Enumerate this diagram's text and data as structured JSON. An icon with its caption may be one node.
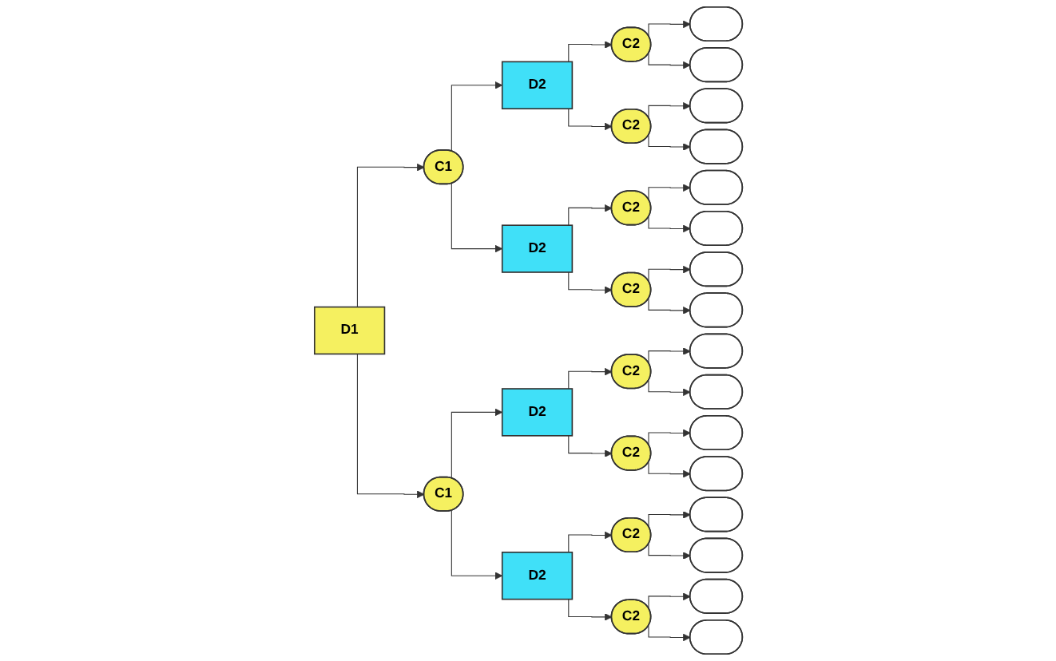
{
  "diagram": {
    "nodes": [
      {
        "text": [
          "D1"
        ]
      },
      {
        "text": [
          "C1"
        ]
      },
      {
        "text": [
          "C1"
        ]
      },
      {
        "text": [
          "D2"
        ]
      },
      {
        "text": [
          "D2"
        ]
      },
      {
        "text": [
          "D2"
        ]
      },
      {
        "text": [
          "D2"
        ]
      },
      {
        "text": [
          "C2"
        ]
      },
      {
        "text": [
          "C2"
        ]
      },
      {
        "text": [
          "C2"
        ]
      },
      {
        "text": [
          "C2"
        ]
      },
      {
        "text": [
          "C2"
        ]
      },
      {
        "text": [
          "C2"
        ]
      },
      {
        "text": [
          "C2"
        ]
      },
      {
        "text": [
          "C2"
        ]
      },
      {
        "text": [],
        "shape": "box"
      },
      {
        "text": [],
        "shape": "box"
      },
      {
        "text": [],
        "shape": "box"
      },
      {
        "text": [],
        "shape": "box"
      },
      {
        "text": [],
        "shape": "box"
      },
      {
        "text": [],
        "shape": "box"
      },
      {
        "text": [],
        "shape": "box"
      },
      {
        "text": [],
        "shape": "box"
      },
      {
        "text": [],
        "shape": "box"
      },
      {
        "text": [],
        "shape": "box"
      },
      {
        "text": [],
        "shape": "box"
      },
      {
        "text": [],
        "shape": "box"
      },
      {
        "text": [],
        "shape": "box"
      },
      {
        "text": [],
        "shape": "box"
      },
      {
        "text": [],
        "shape": "box"
      },
      {
        "text": [],
        "shape": "box"
      }
    ],
    "edges": [
      {
        "from": 0,
        "to": 1,
        "arrow": "to"
      },
      {
        "from": 0,
        "to": 2,
        "arrow": "to"
      },
      {
        "from": 1,
        "to": 3,
        "arrow": "to"
      },
      {
        "from": 1,
        "to": 4,
        "arrow": "to"
      },
      {
        "from": 2,
        "to": 5,
        "arrow": "to"
      },
      {
        "from": 2,
        "to": 6,
        "arrow": "to"
      },
      {
        "from": 3,
        "to": 7,
        "arrow": "to"
      },
      {
        "from": 3,
        "to": 8,
        "arrow": "to"
      },
      {
        "from": 4,
        "to": 9,
        "arrow": "to"
      },
      {
        "from": 4,
        "to": 10,
        "arrow": "to"
      },
      {
        "from": 5,
        "to": 11,
        "arrow": "to"
      },
      {
        "from": 5,
        "to": 12,
        "arrow": "to"
      },
      {
        "from": 6,
        "to": 13,
        "arrow": "to"
      },
      {
        "from": 6,
        "to": 14,
        "arrow": "to"
      },
      {
        "from": 7,
        "to": 15,
        "arrow": "to"
      },
      {
        "from": 7,
        "to": 16,
        "arrow": "to"
      },
      {
        "from": 8,
        "to": 17,
        "arrow": "to"
      },
      {
        "from": 8,
        "to": 18,
        "arrow": "to"
      },
      {
        "from": 9,
        "to": 19,
        "arrow": "to"
      },
      {
        "from": 9,
        "to": 20,
        "arrow": "to"
      },
      {
        "from": 10,
        "to": 21,
        "arrow": "to"
      },
      {
        "from": 10,
        "to": 22,
        "arrow": "to"
      },
      {
        "from": 11,
        "to": 23,
        "arrow": "to"
      },
      {
        "from": 11,
        "to": 24,
        "arrow": "to"
      },
      {
        "from": 12,
        "to": 25,
        "arrow": "to"
      },
      {
        "from": 12,
        "to": 26,
        "arrow": "to"
      },
      {
        "from": 13,
        "to": 27,
        "arrow": "to"
      },
      {
        "from": 13,
        "to": 28,
        "arrow": "to"
      },
      {
        "from": 14,
        "to": 29,
        "arrow": "to"
      },
      {
        "from": 14,
        "to": 30,
        "arrow": "to"
      }
    ]
  }
}
